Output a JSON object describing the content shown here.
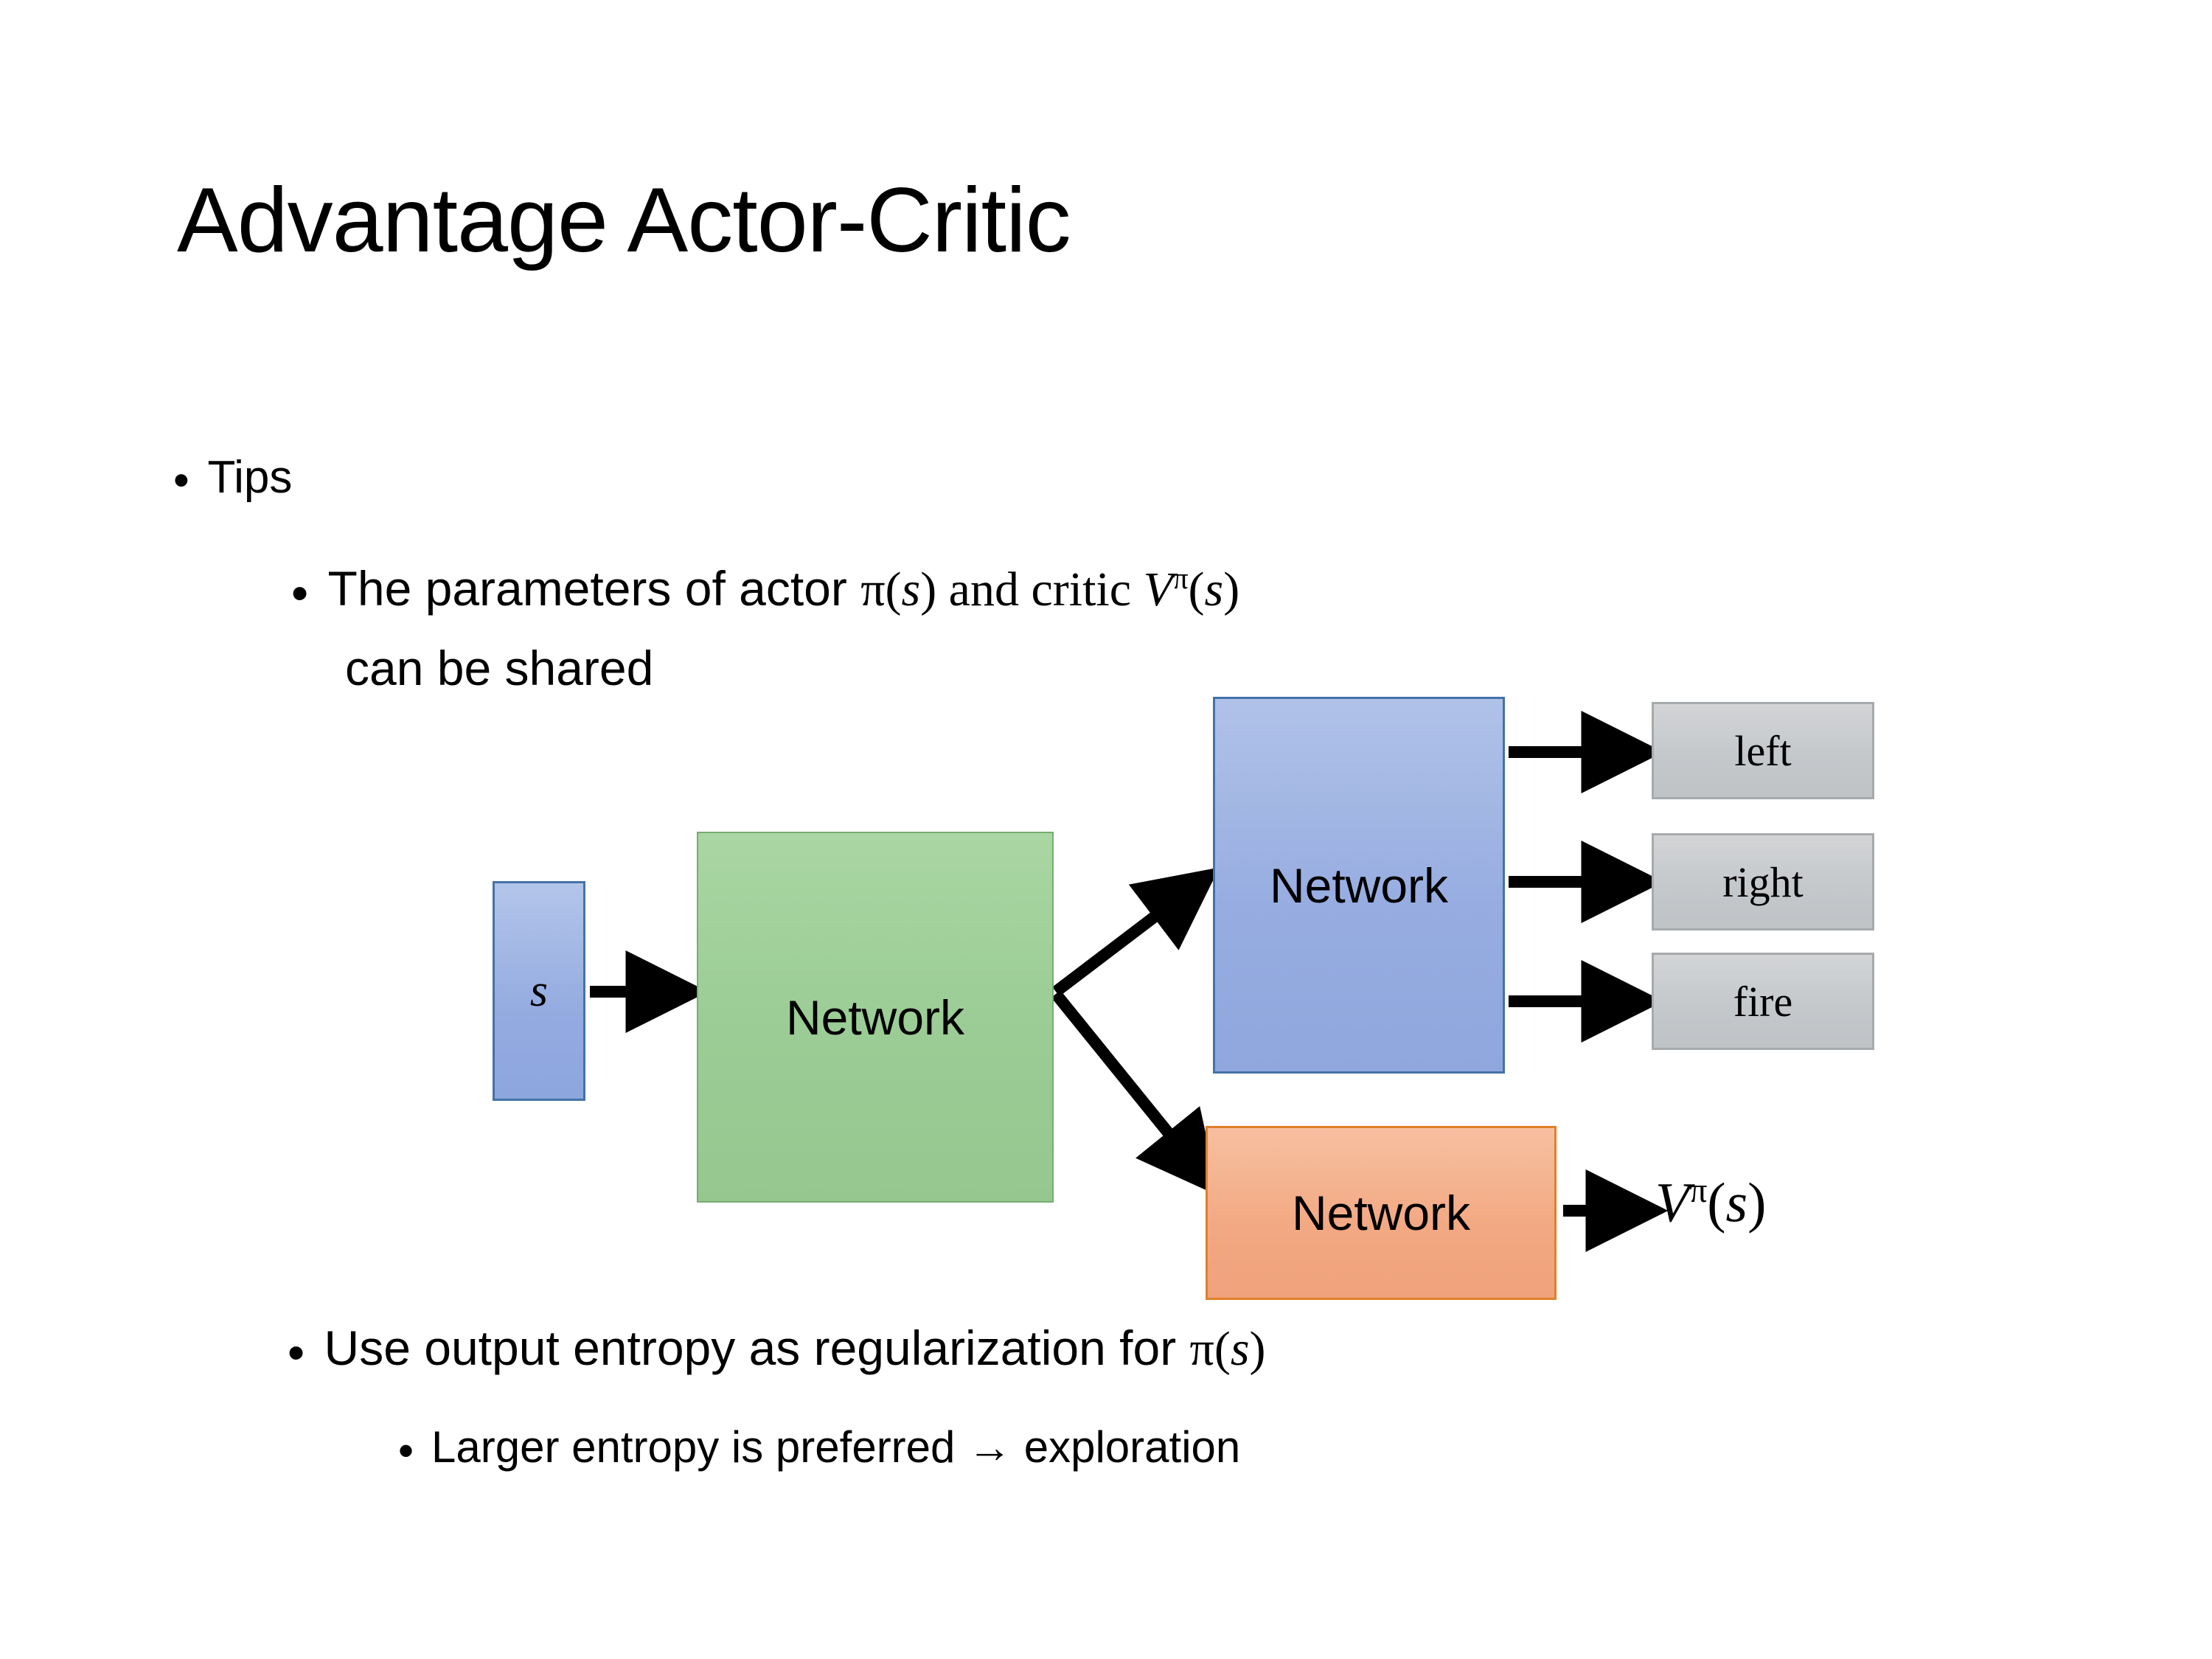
{
  "slide": {
    "title": "Advantage Actor-Critic",
    "background_color": "#ffffff"
  },
  "bullets": {
    "tips": {
      "marker": "•",
      "text": "Tips"
    },
    "params_line1_a": "The parameters of actor ",
    "params_line1_pi": "π",
    "params_line1_b": "(",
    "params_line1_s1": "s",
    "params_line1_c": ")  and critic ",
    "params_line1_V": "V",
    "params_line1_sup": "π",
    "params_line1_d": "(",
    "params_line1_s2": "s",
    "params_line1_e": ")",
    "params_line2": "can be shared",
    "entropy_a": "Use output entropy as regularization for ",
    "entropy_pi": "π",
    "entropy_b": "(",
    "entropy_s": "s",
    "entropy_c": ")",
    "larger": "Larger entropy is preferred → exploration",
    "marker": "•"
  },
  "diagram": {
    "state_box": {
      "label": "s",
      "fill": "#94abe0",
      "border": "#4472a8"
    },
    "shared_network": {
      "label": "Network",
      "fill": "#9bcc95",
      "border": "#74ae6e"
    },
    "actor_network": {
      "label": "Network",
      "fill": "#97ade1",
      "border": "#4472a8"
    },
    "critic_network": {
      "label": "Network",
      "fill": "#f2a882",
      "border": "#e0802a"
    },
    "actions": [
      {
        "label": "left",
        "fill": "#c5c8cb",
        "border": "#a7aaad"
      },
      {
        "label": "right",
        "fill": "#c5c8cb",
        "border": "#a7aaad"
      },
      {
        "label": "fire",
        "fill": "#c5c8cb",
        "border": "#a7aaad"
      }
    ],
    "critic_output": {
      "V": "V",
      "sup": "π",
      "open": "(",
      "s": "s",
      "close": ")"
    },
    "arrow_color": "#000000"
  }
}
